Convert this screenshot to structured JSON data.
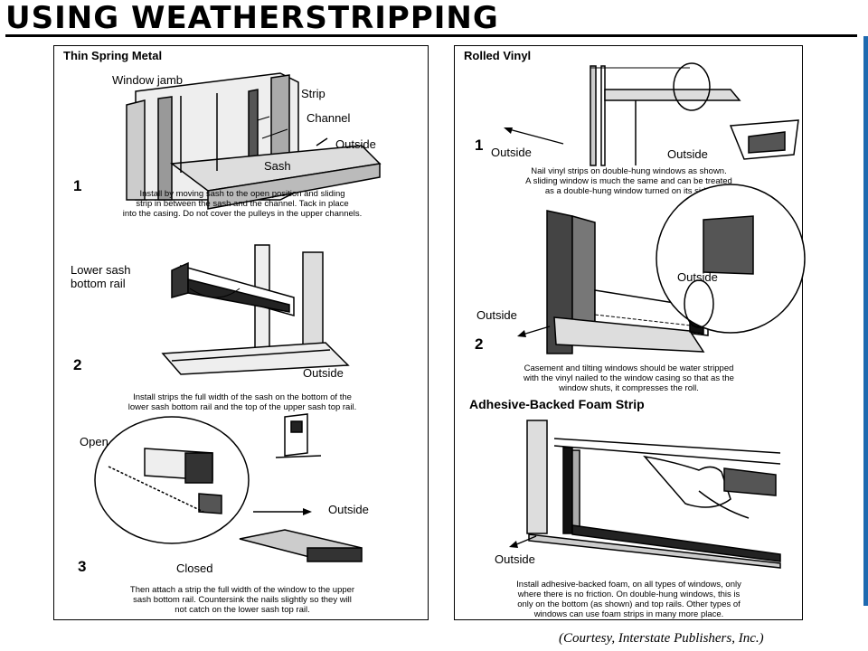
{
  "title": "USING WEATHERSTRIPPING",
  "left": {
    "section_title": "Thin Spring Metal",
    "fig1": {
      "labels": {
        "jamb": "Window jamb",
        "strip": "Strip",
        "channel": "Channel",
        "outside": "Outside",
        "sash": "Sash"
      },
      "number": "1",
      "caption": [
        "Install by moving sash to the open position and sliding",
        "strip in between the sash and the channel. Tack in place",
        "into the casing. Do not cover the pulleys in the upper channels."
      ]
    },
    "fig2": {
      "labels": {
        "lower_sash": "Lower sash",
        "bottom_rail": "bottom rail",
        "outside": "Outside"
      },
      "number": "2",
      "caption": [
        "Install strips the full width of the sash on the bottom of the",
        "lower sash bottom rail and the top of the upper sash top rail."
      ]
    },
    "fig3": {
      "labels": {
        "open": "Open",
        "outside": "Outside",
        "closed": "Closed"
      },
      "number": "3",
      "caption": [
        "Then attach a strip the full width of the window to the upper",
        "sash bottom rail. Countersink the nails slightly so they will",
        "not catch on the lower sash top rail."
      ]
    }
  },
  "right": {
    "section_title": "Rolled Vinyl",
    "fig1": {
      "labels": {
        "outside_top": "Outside",
        "outside_inset": "Outside"
      },
      "number": "1",
      "caption": [
        "Nail vinyl strips on double-hung windows as shown.",
        "A sliding window is much the same and can be treated",
        "as a double-hung window turned on its side."
      ]
    },
    "fig2": {
      "labels": {
        "outside_inset": "Outside",
        "outside_left": "Outside"
      },
      "number": "2",
      "caption": [
        "Casement and tilting windows should be water stripped",
        "with the vinyl nailed to the window casing so that as the",
        "window shuts, it compresses the roll."
      ]
    },
    "section2_title": "Adhesive-Backed Foam Strip",
    "fig3": {
      "labels": {
        "outside": "Outside"
      },
      "caption": [
        "Install adhesive-backed foam, on all types of windows, only",
        "where there is no friction. On double-hung windows, this is",
        "only on the bottom (as shown) and top rails. Other types of",
        "windows can use foam strips in many more place."
      ]
    }
  },
  "credit": "(Courtesy, Interstate Publishers, Inc.)",
  "colors": {
    "accent_bar": "#1e6ab0"
  }
}
